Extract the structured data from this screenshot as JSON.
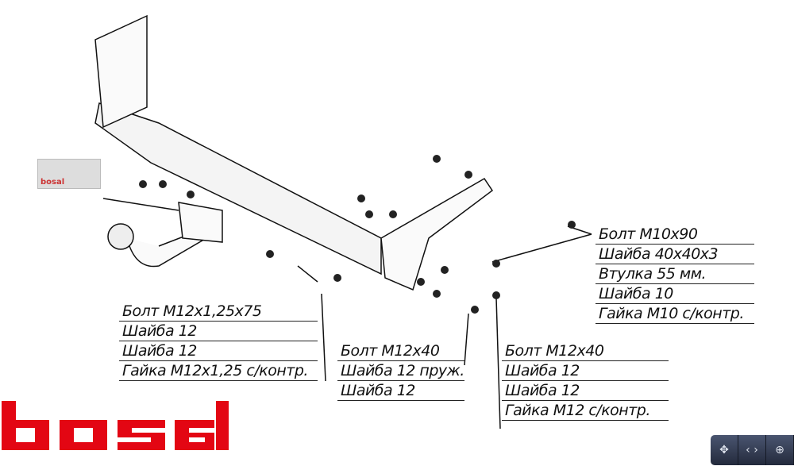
{
  "legends": {
    "right_top": [
      "Болт М10x90",
      "Шайба 40x40x3",
      "Втулка 55 мм.",
      "Шайба 10",
      "Гайка М10 с/контр."
    ],
    "left": [
      "Болт М12x1,25x75",
      "Шайба 12",
      "Шайба 12",
      "Гайка М12x1,25 с/контр."
    ],
    "middle": [
      "Болт М12x40",
      "Шайба 12 пруж.",
      "Шайба 12"
    ],
    "right_bottom": [
      "Болт М12x40",
      "Шайба 12",
      "Шайба 12",
      "Гайка М12 с/контр."
    ]
  },
  "brand": {
    "logo": "bosal",
    "plate_logo": "bosal"
  },
  "viewer_controls": [
    "fit-screen-icon",
    "prev-next-icon",
    "zoom-icon"
  ]
}
